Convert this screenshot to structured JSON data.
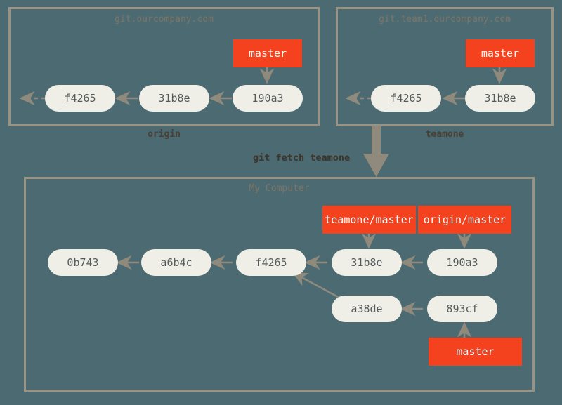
{
  "diagram": {
    "background_color": "#4b6a72",
    "commit_fill": "#efefe7",
    "commit_text_color": "#555b5b",
    "branch_fill": "#f4411e",
    "branch_text_color": "#ffffff",
    "box_border_color": "#9a9283",
    "arrow_color": "#8f8a7c",
    "command_label": "git fetch teamone"
  },
  "remote_origin": {
    "title": "git.ourcompany.com",
    "caption": "origin",
    "commits": [
      {
        "id": "f4265"
      },
      {
        "id": "31b8e"
      },
      {
        "id": "190a3"
      }
    ],
    "branch": {
      "label": "master",
      "points_to": "190a3"
    }
  },
  "remote_teamone": {
    "title": "git.team1.ourcompany.com",
    "caption": "teamone",
    "commits": [
      {
        "id": "f4265"
      },
      {
        "id": "31b8e"
      }
    ],
    "branch": {
      "label": "master",
      "points_to": "31b8e"
    }
  },
  "local": {
    "title": "My Computer",
    "commits_top": [
      {
        "id": "0b743"
      },
      {
        "id": "a6b4c"
      },
      {
        "id": "f4265"
      },
      {
        "id": "31b8e"
      },
      {
        "id": "190a3"
      }
    ],
    "commits_bottom": [
      {
        "id": "a38de"
      },
      {
        "id": "893cf"
      }
    ],
    "branches": [
      {
        "label": "teamone/master",
        "points_to": "31b8e"
      },
      {
        "label": "origin/master",
        "points_to": "190a3"
      },
      {
        "label": "master",
        "points_to": "893cf"
      }
    ]
  }
}
